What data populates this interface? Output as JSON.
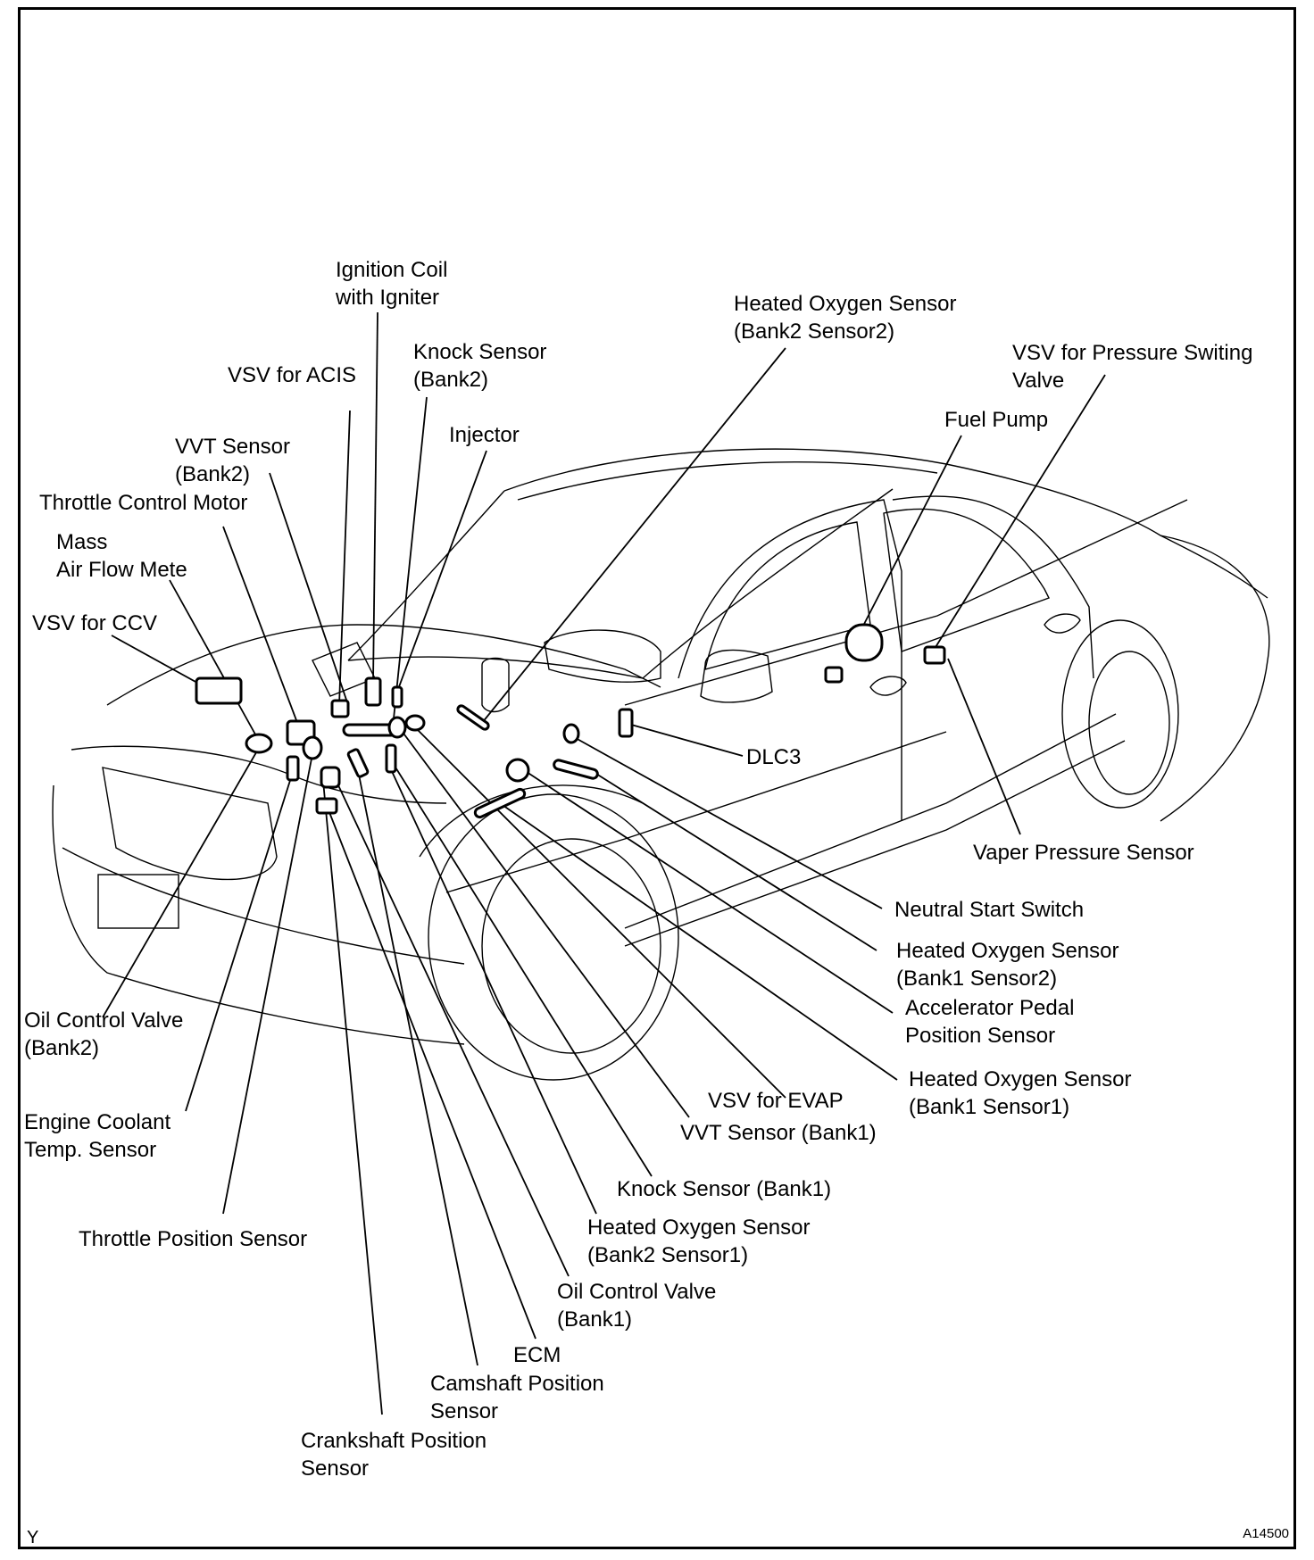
{
  "diagram": {
    "title": "Engine control system component locations",
    "corner_mark_left": "Y",
    "corner_mark_right": "A14500",
    "labels": [
      {
        "id": "ignition-coil",
        "text": "Ignition Coil\nwith Igniter"
      },
      {
        "id": "knock-sensor-bank2",
        "text": "Knock Sensor\n(Bank2)"
      },
      {
        "id": "vsv-acis",
        "text": "VSV for ACIS"
      },
      {
        "id": "injector",
        "text": "Injector"
      },
      {
        "id": "vvt-sensor-bank2",
        "text": "VVT Sensor\n(Bank2)"
      },
      {
        "id": "throttle-control-motor",
        "text": "Throttle Control Motor"
      },
      {
        "id": "mass-air-flow-meter",
        "text": "Mass\nAir Flow Mete"
      },
      {
        "id": "vsv-ccv",
        "text": "VSV for CCV"
      },
      {
        "id": "ho2s-bank2-sensor2",
        "text": "Heated Oxygen Sensor\n(Bank2 Sensor2)"
      },
      {
        "id": "vsv-pressure-switching-valve",
        "text": "VSV for Pressure Switing\nValve"
      },
      {
        "id": "fuel-pump",
        "text": "Fuel Pump"
      },
      {
        "id": "dlc3",
        "text": "DLC3"
      },
      {
        "id": "vapor-pressure-sensor",
        "text": "Vaper Pressure Sensor"
      },
      {
        "id": "neutral-start-switch",
        "text": "Neutral Start Switch"
      },
      {
        "id": "ho2s-bank1-sensor2",
        "text": "Heated Oxygen Sensor\n(Bank1 Sensor2)"
      },
      {
        "id": "accelerator-pedal-position-sensor",
        "text": "Accelerator Pedal\nPosition Sensor"
      },
      {
        "id": "ho2s-bank1-sensor1",
        "text": "Heated Oxygen Sensor\n(Bank1 Sensor1)"
      },
      {
        "id": "vsv-evap",
        "text": "VSV for EVAP"
      },
      {
        "id": "vvt-sensor-bank1",
        "text": "VVT Sensor (Bank1)"
      },
      {
        "id": "knock-sensor-bank1",
        "text": "Knock Sensor (Bank1)"
      },
      {
        "id": "ho2s-bank2-sensor1",
        "text": "Heated Oxygen Sensor\n(Bank2 Sensor1)"
      },
      {
        "id": "oil-control-valve-bank1",
        "text": "Oil Control Valve\n(Bank1)"
      },
      {
        "id": "ecm",
        "text": "ECM"
      },
      {
        "id": "camshaft-position-sensor",
        "text": "Camshaft Position\nSensor"
      },
      {
        "id": "crankshaft-position-sensor",
        "text": "Crankshaft Position\nSensor"
      },
      {
        "id": "throttle-position-sensor",
        "text": "Throttle Position Sensor"
      },
      {
        "id": "engine-coolant-temp-sensor",
        "text": "Engine Coolant\nTemp. Sensor"
      },
      {
        "id": "oil-control-valve-bank2",
        "text": "Oil Control Valve\n(Bank2)"
      }
    ]
  }
}
